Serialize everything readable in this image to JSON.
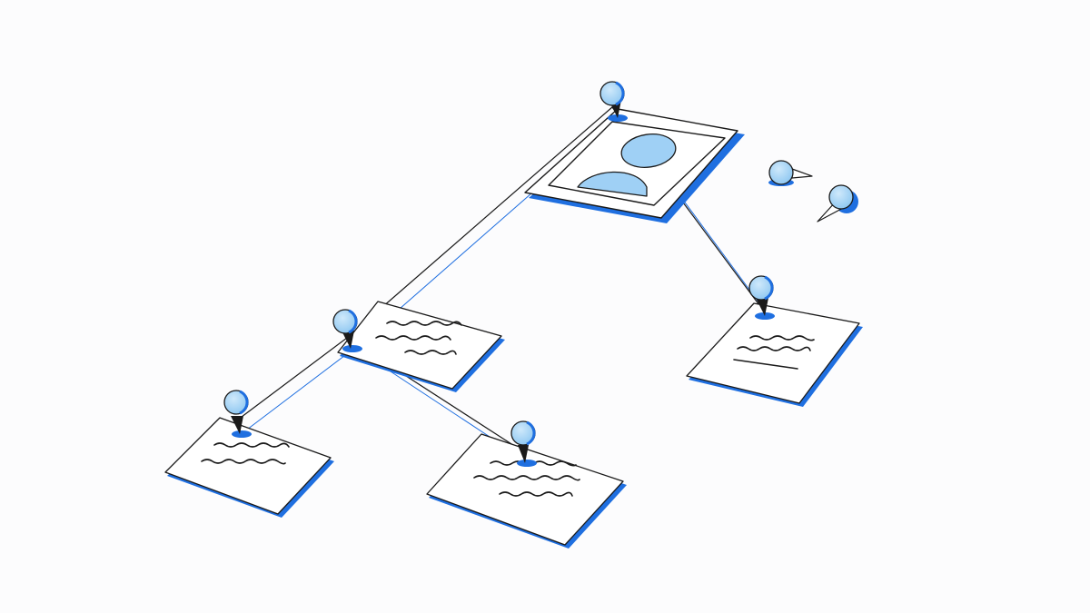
{
  "illustration": {
    "subject": "pinned-cards-tree",
    "palette": {
      "background": "#fcfcfd",
      "ink": "#1a1a1a",
      "accent": "#1f6fe0",
      "pin_fill": "#9fd0f5",
      "card_fill": "#ffffff"
    },
    "nodes": [
      {
        "id": "photo-card",
        "kind": "photo"
      },
      {
        "id": "note-card-mid",
        "kind": "text"
      },
      {
        "id": "note-card-right",
        "kind": "text"
      },
      {
        "id": "note-card-bottom-left",
        "kind": "text"
      },
      {
        "id": "note-card-bottom-center",
        "kind": "text"
      }
    ],
    "connections": [
      {
        "from": "photo-card",
        "to": "note-card-mid"
      },
      {
        "from": "photo-card",
        "to": "note-card-right"
      },
      {
        "from": "note-card-mid",
        "to": "note-card-bottom-left"
      },
      {
        "from": "note-card-mid",
        "to": "note-card-bottom-center"
      }
    ],
    "loose_pins": 2
  }
}
